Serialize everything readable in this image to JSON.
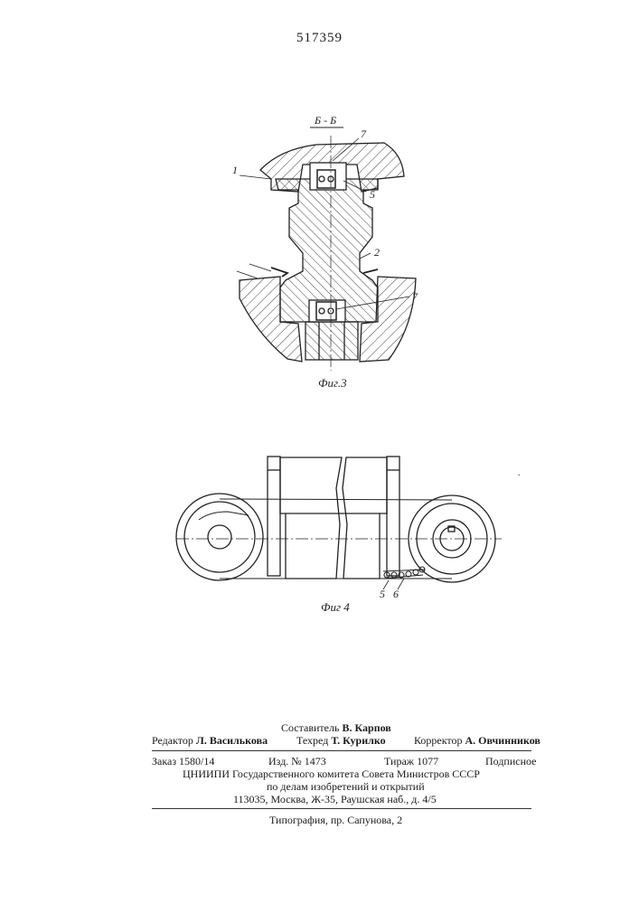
{
  "patent_number": "517359",
  "fig3": {
    "section_label": "Б - Б",
    "caption": "Фиг.3",
    "callouts": [
      "1",
      "7",
      "5",
      "2",
      "7"
    ]
  },
  "fig4": {
    "caption": "Фиг 4",
    "callouts": [
      "5",
      "6"
    ]
  },
  "imprint": {
    "compiler": "Составитель",
    "compiler_name": "В. Карпов",
    "editor": "Редактор",
    "editor_name": "Л. Василькова",
    "techred": "Техред",
    "techred_name": "Т. Курилко",
    "corrector": "Корректор",
    "corrector_name": "А. Овчинников",
    "order": "Заказ 1580/14",
    "edition": "Изд. № 1473",
    "circulation": "Тираж  1077",
    "subscription": "Подписное",
    "org_line1": "ЦНИИПИ Государственного комитета Совета Министров СССР",
    "org_line2": "по делам изобретений и открытий",
    "org_line3": "113035, Москва, Ж-35, Раушская наб., д. 4/5",
    "printer": "Типография, пр. Сапунова, 2"
  }
}
